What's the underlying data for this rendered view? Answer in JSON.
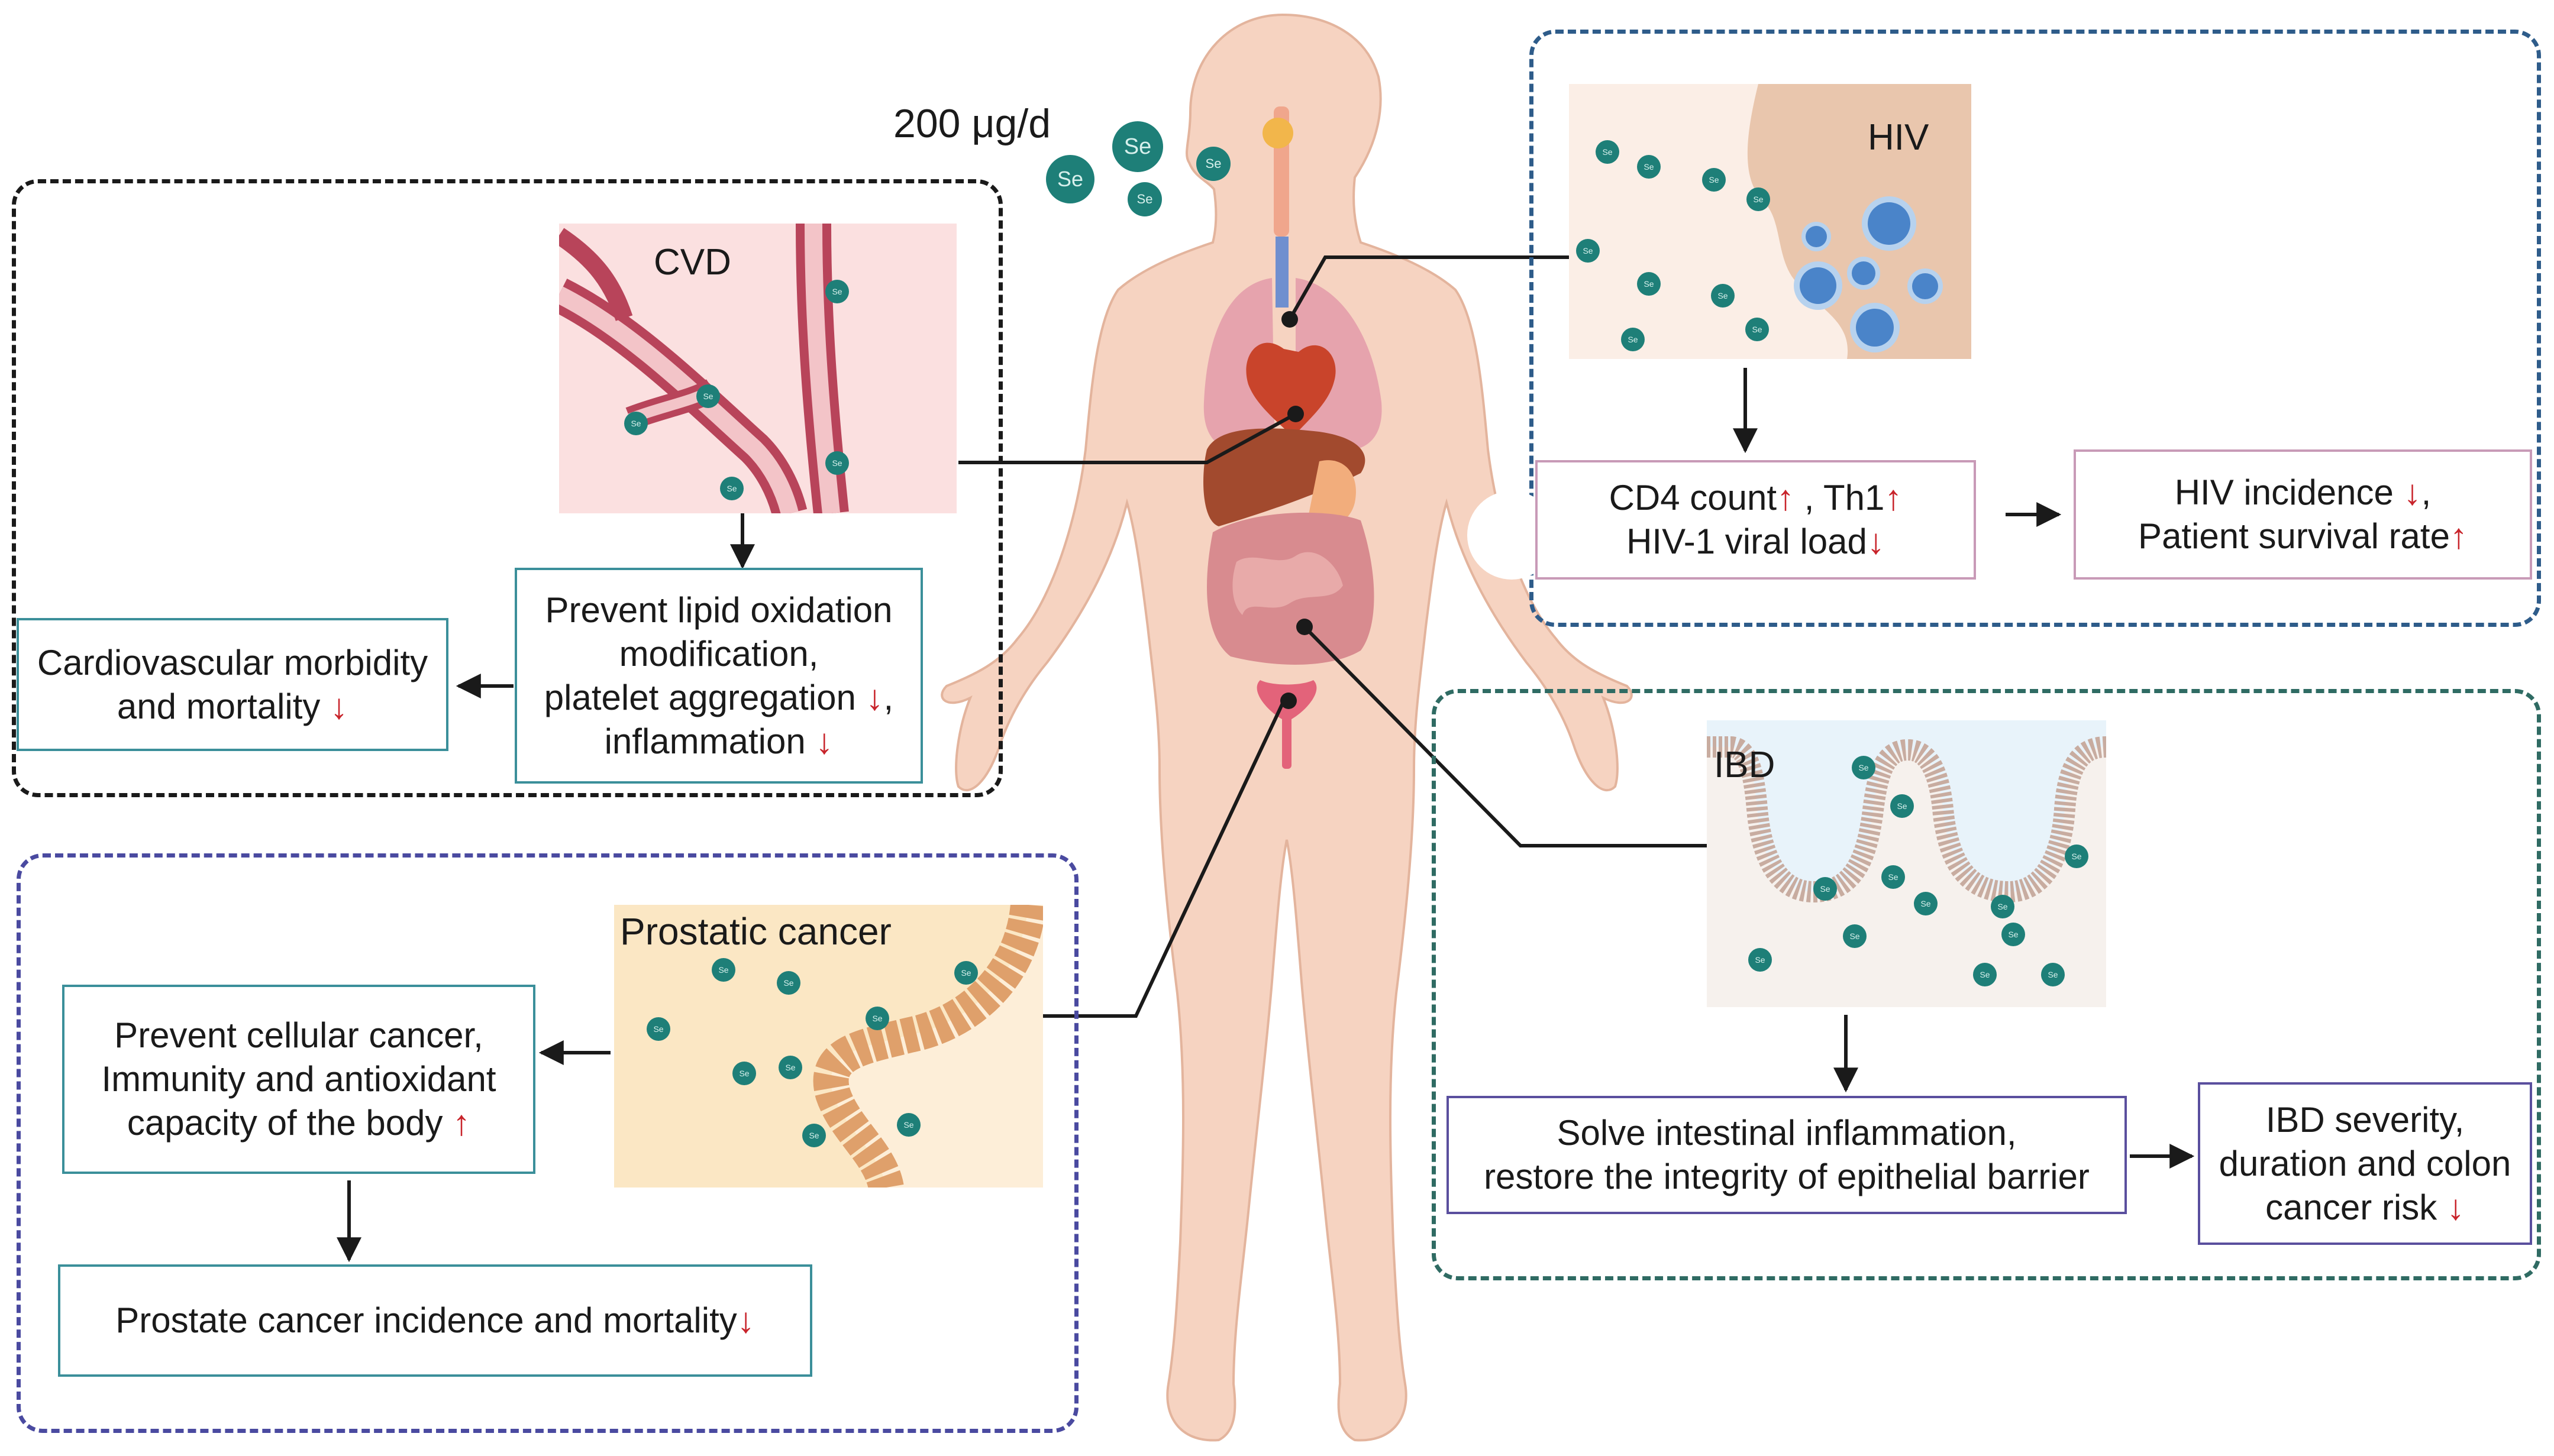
{
  "dose": "200 μg/d",
  "se_symbol": "Se",
  "cvd": {
    "title": "CVD",
    "mechanism": [
      "Prevent lipid oxidation",
      "modification,",
      "platelet aggregation",
      "inflammation"
    ],
    "outcome": [
      "Cardiovascular morbidity",
      "and mortality"
    ]
  },
  "hiv": {
    "title": "HIV",
    "mechanism": [
      "CD4 count",
      ", Th1",
      "HIV-1 viral load"
    ],
    "outcome": [
      "HIV incidence",
      "Patient survival rate"
    ]
  },
  "prostate": {
    "title": "Prostatic cancer",
    "mechanism": [
      "Prevent cellular cancer,",
      "Immunity and antioxidant",
      "capacity of the body"
    ],
    "outcome": "Prostate cancer incidence and mortality"
  },
  "ibd": {
    "title": "IBD",
    "mechanism": [
      "Solve intestinal inflammation,",
      "restore the integrity of epithelial barrier"
    ],
    "outcome": [
      "IBD severity,",
      "duration and colon",
      "cancer risk"
    ]
  },
  "colors": {
    "cvd_border": "#1a1a1a",
    "hiv_border": "#2e5c8a",
    "ibd_border": "#2f6b63",
    "prostate_border": "#4a4aa0",
    "arrow_up_down": "#c8242b",
    "body_skin": "#f6d3c1",
    "se_particle": "#1e7f78"
  },
  "icons": [
    "arrow-up-icon",
    "arrow-down-icon",
    "se-particle-icon",
    "human-body-icon",
    "virus-icon",
    "blood-vessel-icon",
    "intestine-villi-icon",
    "prostate-cell-icon"
  ]
}
